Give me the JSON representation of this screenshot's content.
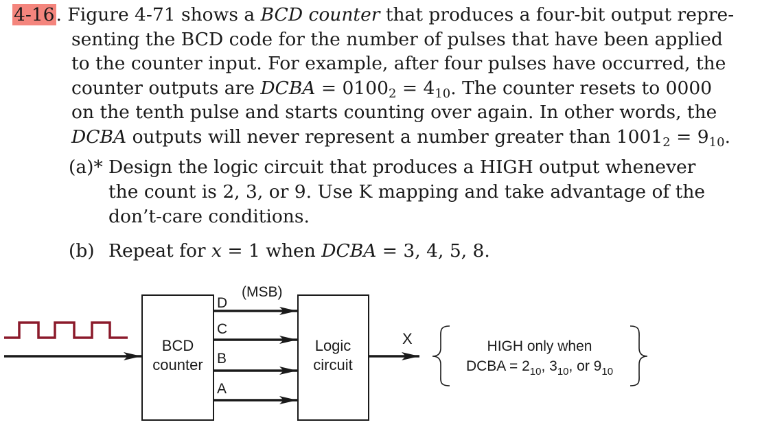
{
  "problem": {
    "number": "4-16",
    "line1": ". Figure 4-71 shows a ",
    "line1_em": "BCD counter",
    "line1_end": " that produces a four-bit output repre-",
    "line2": "senting the BCD code for the number of pulses that have been applied",
    "line3": "to the counter input. For example, after four pulses have occurred, the",
    "line4_a": "counter outputs are ",
    "line4_var": "DCBA",
    "line4_b": " = 0100",
    "line4_sub1": "2",
    "line4_c": " = 4",
    "line4_sub2": "10",
    "line4_d": ". The counter resets to 0000",
    "line5": "on the tenth pulse and starts counting over again. In other words, the",
    "line6_var": "DCBA",
    "line6_a": " outputs will never represent a number greater than 1001",
    "line6_sub1": "2",
    "line6_b": " = 9",
    "line6_sub2": "10",
    "line6_c": "."
  },
  "parts": {
    "a_label": "(a)*",
    "a_text_1": "Design the logic circuit that produces a HIGH output whenever",
    "a_text_2": "the count is 2, 3, or 9. Use K mapping and take advantage of the",
    "a_text_3": "don’t-care conditions.",
    "b_label": "(b)",
    "b_text_1": "Repeat for ",
    "b_var_x": "x",
    "b_text_2": " = 1 when ",
    "b_var": "DCBA",
    "b_text_3": " = 3, 4, 5, 8."
  },
  "figure": {
    "counter_line1": "BCD",
    "counter_line2": "counter",
    "logic_line1": "Logic",
    "logic_line2": "circuit",
    "msb_label": "(MSB)",
    "out_d": "D",
    "out_c": "C",
    "out_b": "B",
    "out_a": "A",
    "output_label": "X",
    "cond_line1": "HIGH only when",
    "cond_prefix": "DCBA = 2",
    "cond_sub1": "10",
    "cond_mid1": ", 3",
    "cond_sub2": "10",
    "cond_mid2": ", or 9",
    "cond_sub3": "10",
    "colors": {
      "pulse": "#8b1a2b",
      "tag": "#f4857d",
      "ink": "#1a1a1a"
    }
  }
}
